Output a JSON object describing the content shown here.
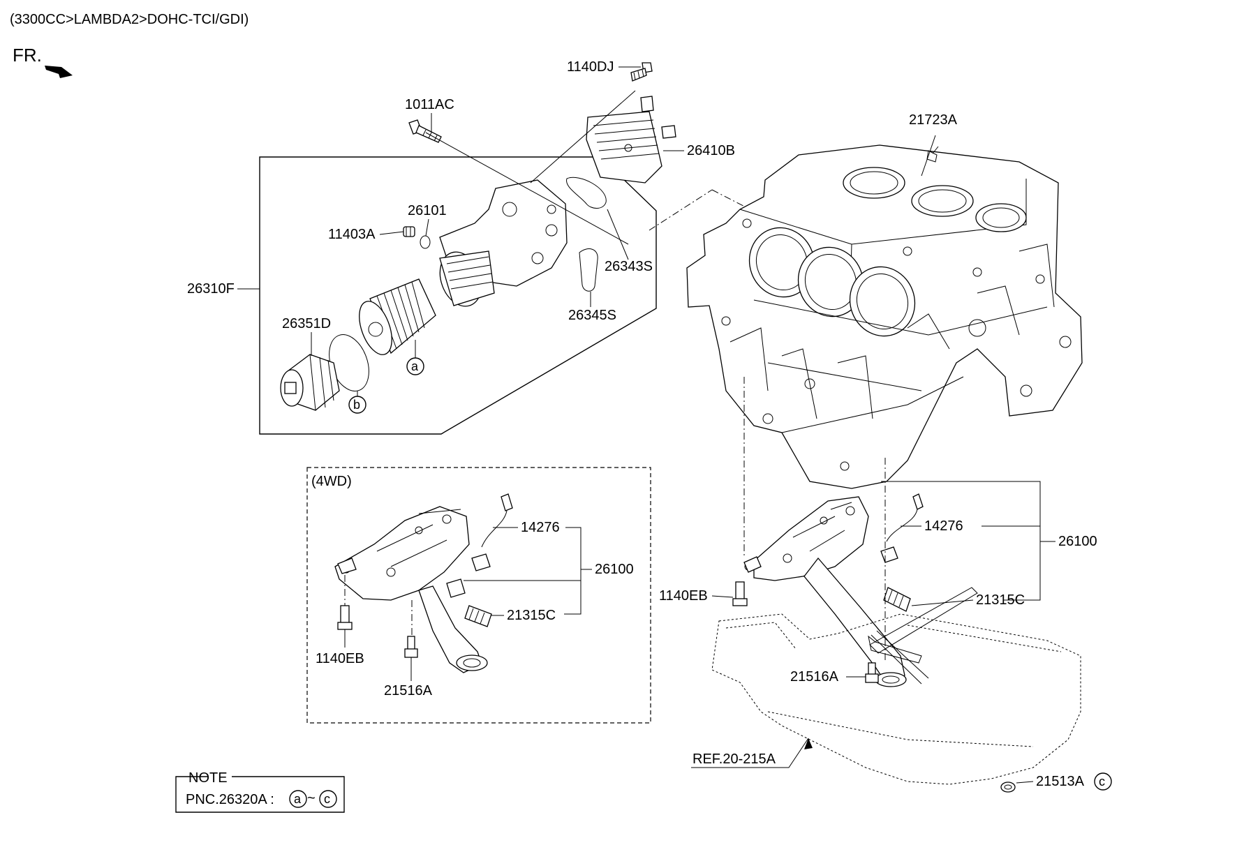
{
  "header": {
    "title": "(3300CC>LAMBDA2>DOHC-TCI/GDI)",
    "front_label": "FR."
  },
  "labels": {
    "p1140DJ": "1140DJ",
    "p1011AC": "1011AC",
    "p26410B": "26410B",
    "p21723A": "21723A",
    "p26101": "26101",
    "p11403A": "11403A",
    "p26343S": "26343S",
    "p26310F": "26310F",
    "p26345S": "26345S",
    "p26351D": "26351D",
    "circle_a": "a",
    "circle_b": "b",
    "circle_c": "c",
    "inset_4wd": "(4WD)",
    "p14276_4wd": "14276",
    "p26100_4wd": "26100",
    "p21315C_4wd": "21315C",
    "p1140EB_4wd": "1140EB",
    "p21516A_4wd": "21516A",
    "p14276": "14276",
    "p26100": "26100",
    "p1140EB": "1140EB",
    "p21315C": "21315C",
    "p21516A": "21516A",
    "ref": "REF.20-215A",
    "p21513A": "21513A"
  },
  "note": {
    "title": "NOTE",
    "pnc_prefix": "PNC.26320A :",
    "circle_from": "a",
    "tilde": "~",
    "circle_to": "c"
  }
}
